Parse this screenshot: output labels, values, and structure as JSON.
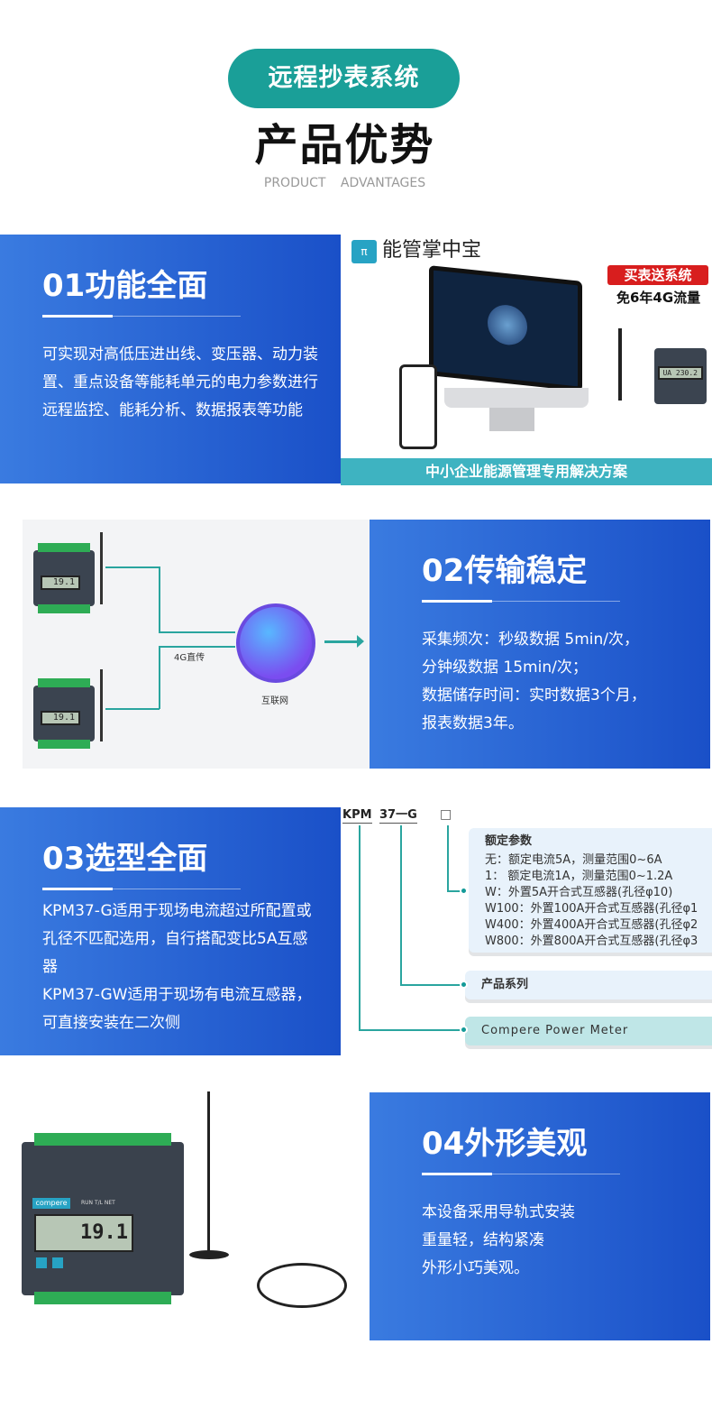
{
  "header": {
    "pill": "远程抄表系统",
    "title": "产品优势",
    "subtitle": "PRODUCT ADVANTAGES"
  },
  "sections": [
    {
      "title": "01功能全面",
      "text": "可实现对高低压进出线、变压器、动力装置、重点设备等能耗单元的电力参数进行远程监控、能耗分析、数据报表等功能",
      "image": {
        "brand": "能管掌中宝",
        "badge": "买表送系统",
        "promo": "免6年4G流量",
        "banner": "中小企业能源管理专用解决方案",
        "meter_display": "UA 230.2"
      }
    },
    {
      "title": "02传输稳定",
      "text_lines": [
        "采集频次：秒级数据 5min/次，",
        "分钟级数据 15min/次；",
        "数据储存时间：实时数据3个月，",
        "报表数据3年。"
      ],
      "image": {
        "link_label": "4G直传",
        "internet_label": "互联网",
        "meter_display": "19.1"
      }
    },
    {
      "title": "03选型全面",
      "text_lines": [
        "KPM37-G适用于现场电流超过所配置或孔径不匹配选用，自行搭配变比5A互感器",
        "KPM37-GW适用于现场有电流互感器，可直接安装在二次侧"
      ],
      "diagram": {
        "code": [
          "KPM",
          "37一G",
          "□"
        ],
        "rated_title": "额定参数",
        "rated_lines": [
          "无：额定电流5A，测量范围0~6A",
          "1： 额定电流1A，测量范围0~1.2A",
          "W：外置5A开合式互感器(孔径φ10)",
          "W100：外置100A开合式互感器(孔径φ1",
          "W400：外置400A开合式互感器(孔径φ2",
          "W800：外置800A开合式互感器(孔径φ3"
        ],
        "series": "产品系列",
        "brand": "Compere Power Meter"
      }
    },
    {
      "title": "04外形美观",
      "text_lines": [
        "本设备采用导轨式安装",
        "重量轻，结构紧凑",
        "外形小巧美观。"
      ],
      "image": {
        "brand": "compere",
        "indicators": "RUN  T/L  NET",
        "meter_display": "19.1"
      }
    }
  ],
  "colors": {
    "teal": "#1a9f98",
    "blue": "#1a50c8"
  }
}
